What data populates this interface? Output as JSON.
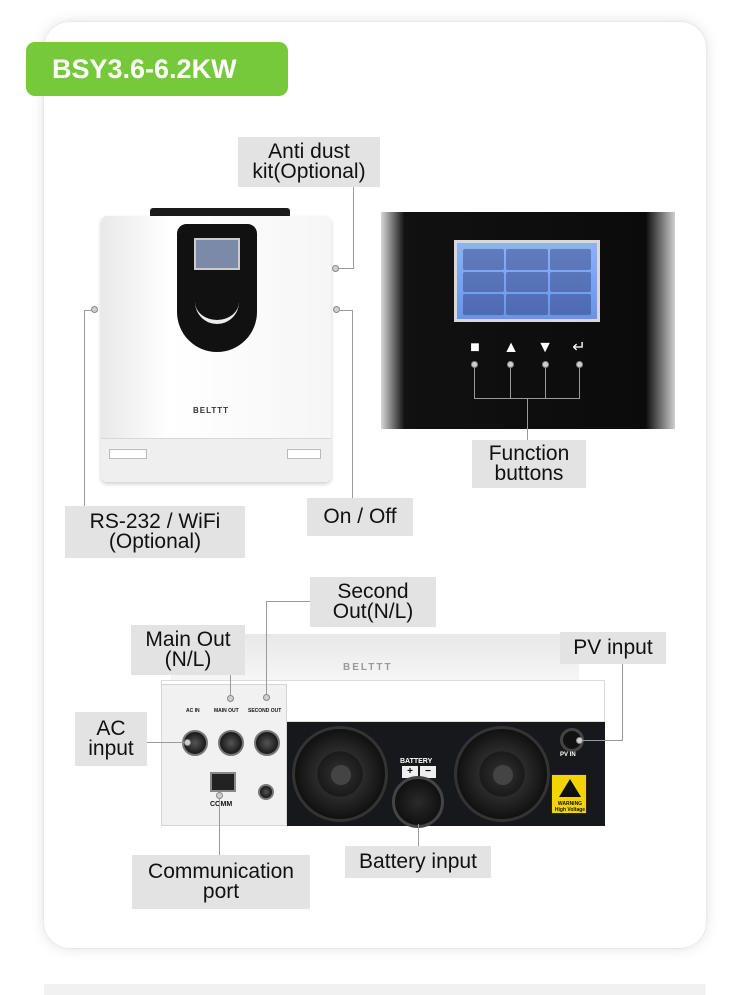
{
  "title": "BSY3.6-6.2KW",
  "front_labels": {
    "anti_dust": [
      "Anti dust",
      "kit(Optional)"
    ],
    "function_buttons": [
      "Function",
      "buttons"
    ],
    "rs232": [
      "RS-232 / WiFi",
      "(Optional)"
    ],
    "on_off": "On / Off"
  },
  "back_labels": {
    "second_out": [
      "Second",
      "Out(N/L)"
    ],
    "main_out": [
      "Main Out",
      "(N/L)"
    ],
    "pv_input": "PV input",
    "ac_input": [
      "AC",
      "input"
    ],
    "comm_port": [
      "Communication",
      "port"
    ],
    "battery_input": "Battery input"
  },
  "device_text": {
    "brand": "BELTTT",
    "battery": "BATTERY",
    "comm": "COMM",
    "pv_in": "PV IN",
    "warning": "WARNING High Voltage",
    "ac_in": "AC IN",
    "main_out": "MAIN OUT",
    "second_out": "SECOND OUT"
  },
  "colors": {
    "badge": "#76c93a",
    "label_bg": "#e3e3e3",
    "lcd": "#7aa2ee"
  },
  "icons": [
    "menu-icon",
    "up-arrow-icon",
    "down-arrow-icon",
    "enter-icon"
  ]
}
